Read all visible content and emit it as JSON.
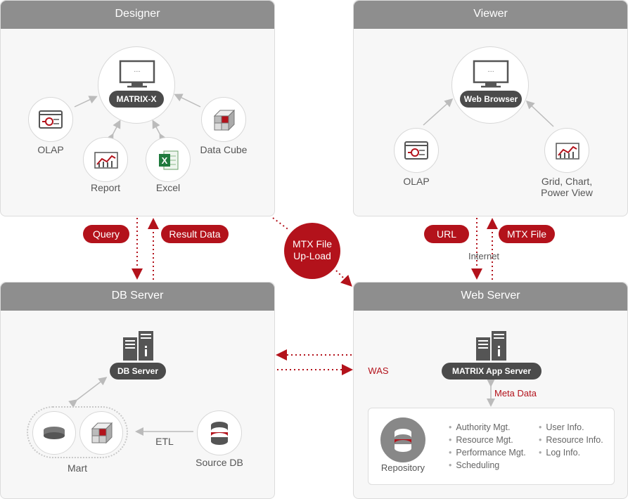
{
  "designer": {
    "title": "Designer",
    "center": "MATRIX-X",
    "olap": "OLAP",
    "report": "Report",
    "excel": "Excel",
    "data_cube": "Data Cube"
  },
  "viewer": {
    "title": "Viewer",
    "center": "Web Browser",
    "olap": "OLAP",
    "grid_line1": "Grid, Chart,",
    "grid_line2": "Power View"
  },
  "db_server": {
    "title": "DB Server",
    "pill": "DB Server",
    "mart": "Mart",
    "etl": "ETL",
    "source_db": "Source DB"
  },
  "web_server": {
    "title": "Web Server",
    "pill": "MATRIX App Server",
    "meta_data": "Meta Data",
    "repository": "Repository",
    "list_left": [
      "Authority Mgt.",
      "Resource Mgt.",
      "Performance Mgt.",
      "Scheduling"
    ],
    "list_right": [
      "User Info.",
      "Resource Info.",
      "Log Info."
    ]
  },
  "connectors": {
    "query": "Query",
    "result_data": "Result Data",
    "mtx_upload_line1": "MTX File",
    "mtx_upload_line2": "Up-Load",
    "url": "URL",
    "mtx_file": "MTX File",
    "internet": "Internet",
    "was": "WAS"
  },
  "colors": {
    "accent": "#b3121b",
    "header": "#8e8e8e",
    "pill": "#4b4b4b",
    "panel_bg": "#f7f7f7"
  }
}
